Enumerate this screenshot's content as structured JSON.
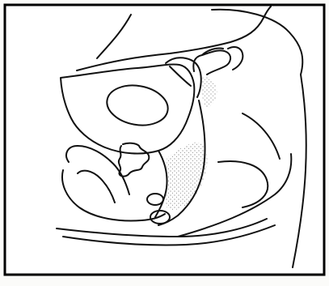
{
  "illustration": {
    "subject": "line-drawing-anatomical-sagittal-section",
    "style": "black-ink-on-white",
    "frame": "black-border",
    "colors": {
      "ink": "#111111",
      "paper": "#ffffff",
      "border": "#000000",
      "stipple": "#222222"
    }
  }
}
